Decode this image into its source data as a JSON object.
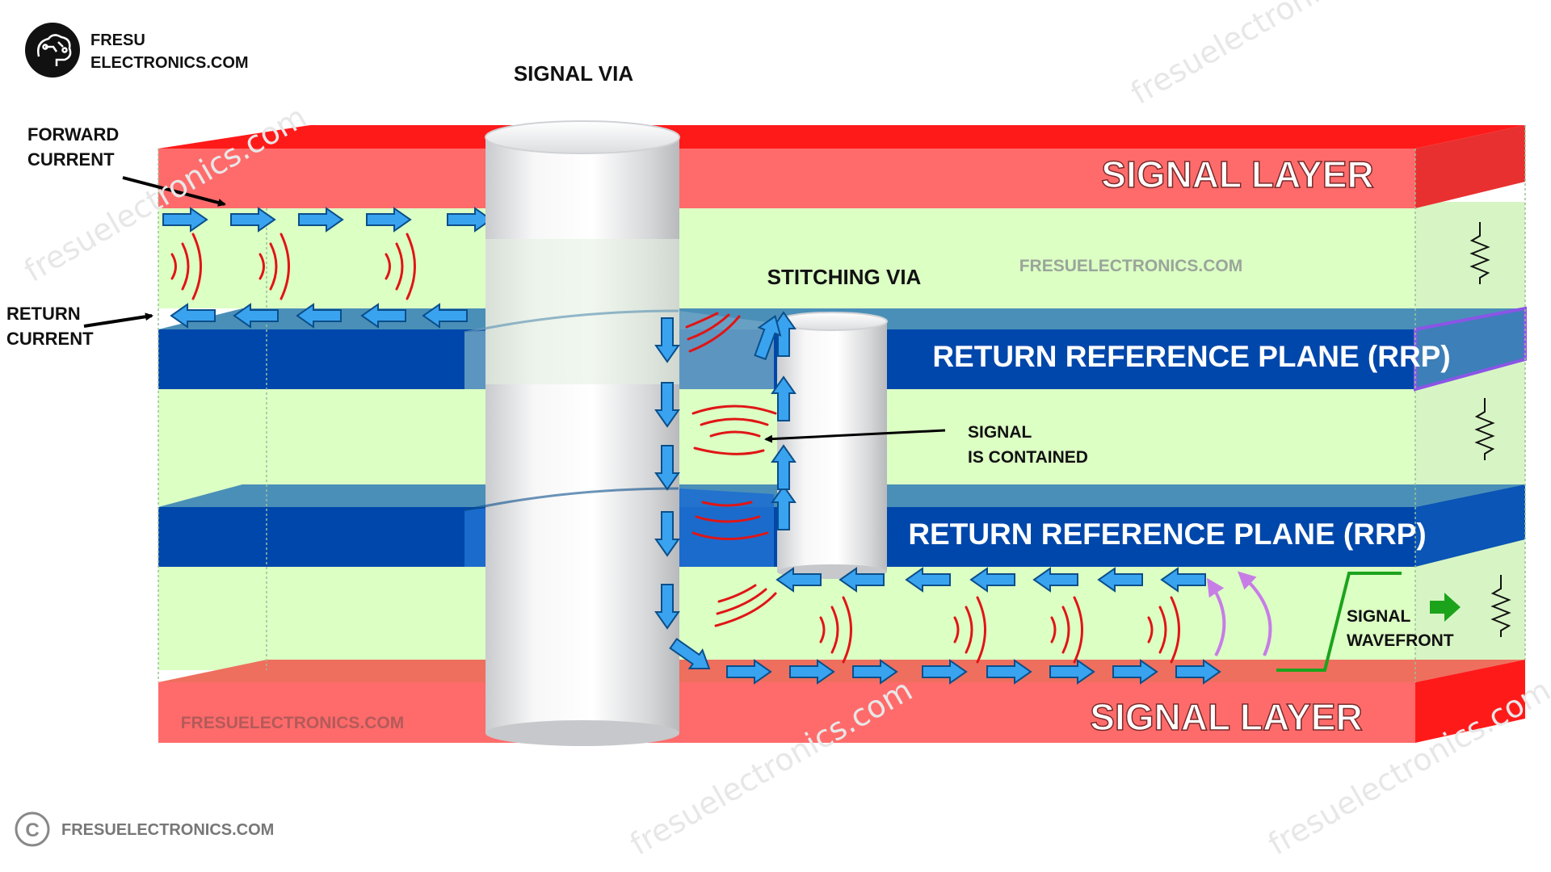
{
  "brand": {
    "line1": "FRESU",
    "line2": "ELECTRONICS.COM",
    "copyright_text": "FRESUELECTRONICS.COM"
  },
  "labels": {
    "signal_via": "SIGNAL VIA",
    "stitching_via": "STITCHING VIA",
    "forward_current_1": "FORWARD",
    "forward_current_2": "CURRENT",
    "return_current_1": "RETURN",
    "return_current_2": "CURRENT",
    "signal_contained_1": "SIGNAL",
    "signal_contained_2": "IS CONTAINED",
    "signal_wavefront_1": "SIGNAL",
    "signal_wavefront_2": "WAVEFRONT"
  },
  "layers": {
    "top_signal": "SIGNAL LAYER",
    "rrp_1": "RETURN REFERENCE PLANE (RRP)",
    "rrp_2": "RETURN REFERENCE PLANE (RRP)",
    "bottom_signal": "SIGNAL LAYER"
  },
  "watermarks": {
    "inline_1": "FRESUELECTRONICS.COM",
    "inline_2": "FRESUELECTRONICS.COM",
    "diagonal": "fresuelectronics.com"
  },
  "colors": {
    "signal_layer": "#ff6b6b",
    "signal_layer_top": "#ff1a1a",
    "dielectric": "#dcffc4",
    "plane": "#0047ab",
    "plane_top": "#4a8fb8",
    "arrow_fill": "#3aa3f0",
    "arrow_stroke": "#0a4f8a",
    "wave": "#e01515",
    "wavefront": "#1ca31c",
    "purple": "#c77de6"
  }
}
